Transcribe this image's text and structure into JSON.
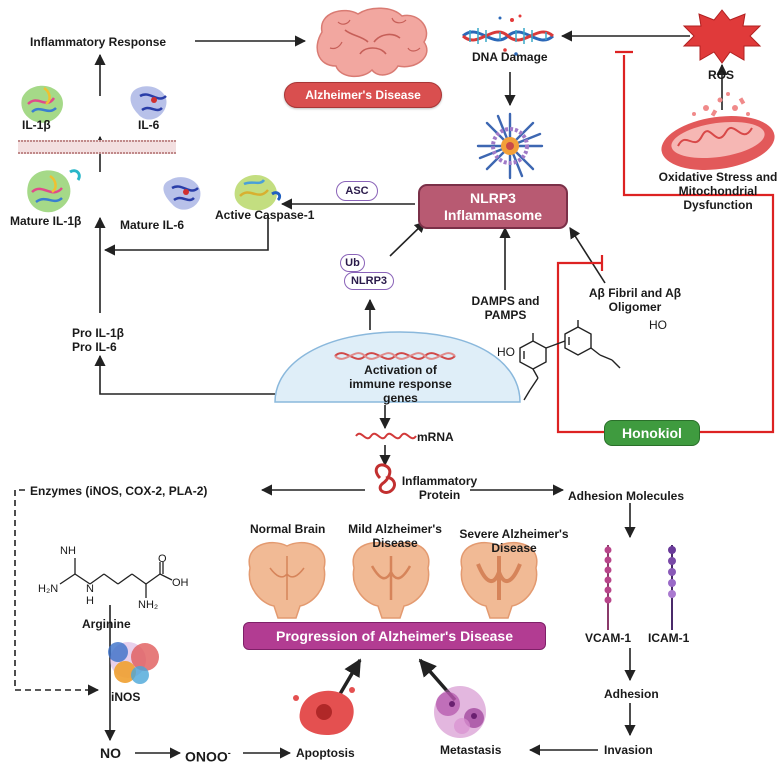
{
  "labels": {
    "inflammatory_response": "Inflammatory Response",
    "alzheimers_disease": "Alzheimer's Disease",
    "dna_damage": "DNA Damage",
    "ros": "ROS",
    "oxidative_stress_line1": "Oxidative Stress and",
    "oxidative_stress_line2": "Mitochondrial",
    "oxidative_stress_line3": "Dysfunction",
    "il1b": "IL-1β",
    "il6": "IL-6",
    "mature_il1b": "Mature IL-1β",
    "mature_il6": "Mature IL-6",
    "asc": "ASC",
    "active_caspase1": "Active Caspase-1",
    "nlrp3_line1": "NLRP3",
    "nlrp3_line2": "Inflammasome",
    "ub": "Ub",
    "nlrp3_small": "NLRP3",
    "damps_line1": "DAMPS and",
    "damps_line2": "PAMPS",
    "abeta_line1": "Aβ Fibril and Aβ",
    "abeta_line2": "Oligomer",
    "pro_il1b": "Pro IL-1β",
    "pro_il6": "Pro IL-6",
    "activation_line1": "Activation of",
    "activation_line2": "immune response",
    "activation_line3": "genes",
    "honokiol": "Honokiol",
    "mrna": "mRNA",
    "inflammatory_protein_line1": "Inflammatory",
    "inflammatory_protein_line2": "Protein",
    "enzymes": "Enzymes (iNOS, COX-2, PLA-2)",
    "adhesion_molecules": "Adhesion Molecules",
    "normal_brain": "Normal Brain",
    "mild_line1": "Mild Alzheimer's",
    "mild_line2": "Disease",
    "severe_line1": "Severe Alzheimer's",
    "severe_line2": "Disease",
    "progression": "Progression of Alzheimer's Disease",
    "arginine": "Arginine",
    "inos": "iNOS",
    "vcam1": "VCAM-1",
    "icam1": "ICAM-1",
    "adhesion": "Adhesion",
    "invasion": "Invasion",
    "no": "NO",
    "onoo": "ONOO",
    "onoo_sup": "-",
    "apoptosis": "Apoptosis",
    "metastasis": "Metastasis",
    "ho_top": "HO",
    "ho_left": "HO",
    "chem_nh": "NH",
    "chem_h2n": "H₂N",
    "chem_n": "N",
    "chem_h": "H",
    "chem_oh": "OH",
    "chem_o": "O",
    "chem_nh2": "NH₂"
  },
  "colors": {
    "alzheimer_pill": "#d94f4f",
    "nlrp3_box": "#b85a72",
    "progression_bar": "#b23c92",
    "honokiol_box": "#3f9b3f",
    "inhibition_line": "#dd2222",
    "nucleus_fill": "#dfeef8",
    "small_pill_border": "#8a63b8",
    "brain_tan": "#f1ba95",
    "brain_pink": "#ef9f9f"
  }
}
